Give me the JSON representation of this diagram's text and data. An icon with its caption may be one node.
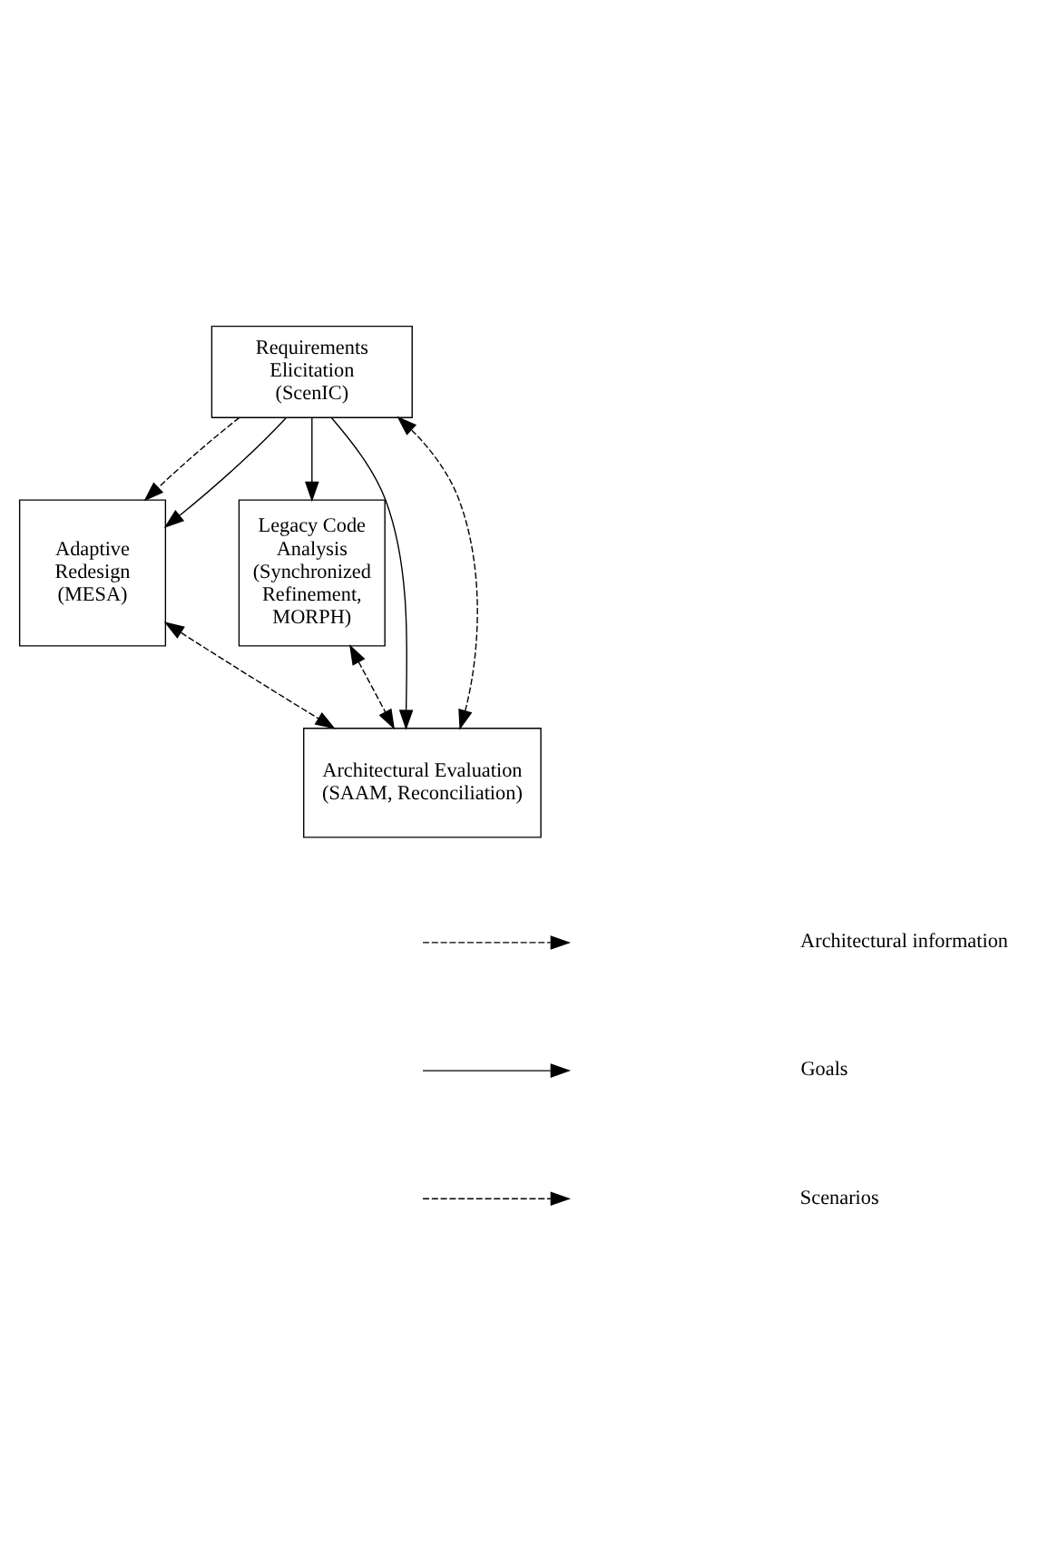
{
  "diagram": {
    "nodes": [
      {
        "text": [
          "Requirements Elicitation (ScenIC)"
        ]
      },
      {
        "text": [
          "Adaptive Redesign (MESA)"
        ]
      },
      {
        "text": [
          "Legacy Code Analysis (Synchronized Refinement, MORPH)"
        ]
      },
      {
        "text": [
          "Architectural Evaluation (SAAM, Reconciliation)"
        ]
      }
    ],
    "edges": [
      {
        "from": 0,
        "to": 1,
        "arrow": "to",
        "style": "dashed"
      },
      {
        "from": 0,
        "to": 1,
        "arrow": "to"
      },
      {
        "from": 0,
        "to": 3,
        "arrow": "to"
      },
      {
        "from": 3,
        "to": 0,
        "arrow": "both",
        "style": "dashed"
      },
      {
        "from": 0,
        "to": 2,
        "arrow": "to"
      },
      {
        "from": 1,
        "to": 3,
        "arrow": "both",
        "style": "dashed"
      },
      {
        "from": 2,
        "to": 3,
        "arrow": "both",
        "style": "dashed"
      }
    ],
    "legend": [
      {
        "text": "Architectural information"
      },
      {
        "text": "Goals"
      },
      {
        "text": "Scenarios"
      }
    ]
  }
}
